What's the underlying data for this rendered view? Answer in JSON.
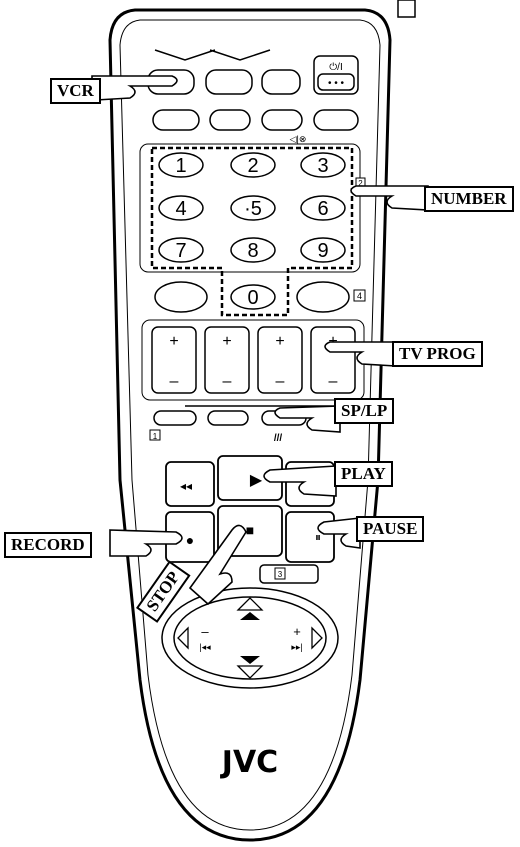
{
  "page_marker": "",
  "brand": "JVC",
  "callouts": {
    "vcr": "VCR",
    "number": "NUMBER",
    "tv_prog": "TV PROG",
    "sp_lp": "SP/LP",
    "play": "PLAY",
    "record": "RECORD",
    "pause": "PAUSE",
    "stop": "STOP"
  },
  "power_label": "⏻/I",
  "power_dots": "• • •",
  "mute_label": "◁|⊗",
  "digits": [
    "1",
    "2",
    "3",
    "4",
    "·5",
    "6",
    "7",
    "8",
    "9",
    "0"
  ],
  "box_numbers": [
    "2",
    "4",
    "1",
    "3"
  ],
  "rewind_icon": "◂◂",
  "play_icon": "▶",
  "stop_icon": "■",
  "record_icon": "●",
  "pause_icon": "⏸",
  "sp_lp_icon": "///",
  "jog_minus": "–",
  "jog_plus": "+"
}
